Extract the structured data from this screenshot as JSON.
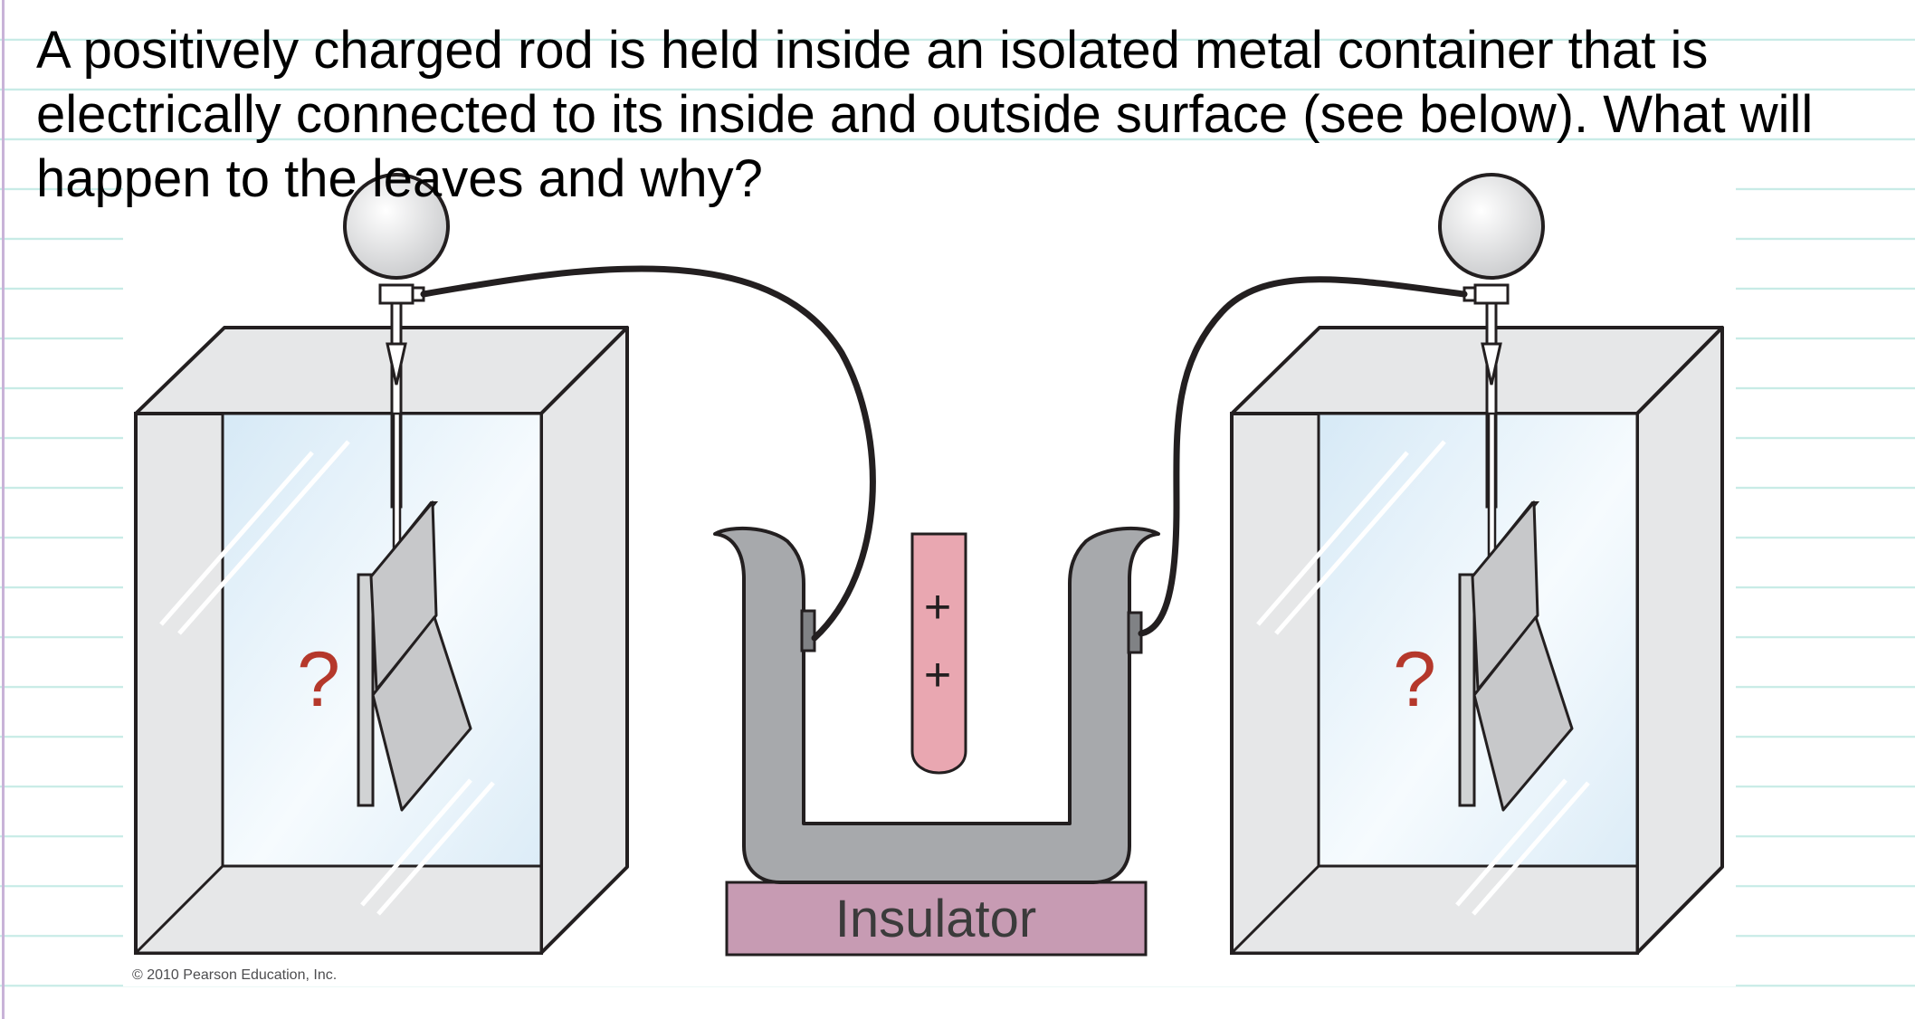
{
  "question": {
    "text": "A positively charged rod is held inside an isolated metal container that is electrically connected to  its inside and outside surface (see below). What will happen to the leaves and why?"
  },
  "diagram": {
    "left_electroscope": {
      "question_mark": "?"
    },
    "right_electroscope": {
      "question_mark": "?"
    },
    "rod": {
      "charge_symbols": [
        "+",
        "+"
      ]
    },
    "insulator_label": "Insulator",
    "copyright": "© 2010 Pearson Education, Inc."
  },
  "colors": {
    "question_mark": "#b5382b",
    "rod_fill": "#e9a7b1",
    "container_fill": "#a7a9ac",
    "insulator_fill": "#c79bb3",
    "glass_fill": "#e9f4fb",
    "frame_fill": "#e6e7e8",
    "leaf_fill": "#c7c8ca",
    "ruled_line": "#c7ebe6",
    "margin_line": "#c9b3d8"
  }
}
